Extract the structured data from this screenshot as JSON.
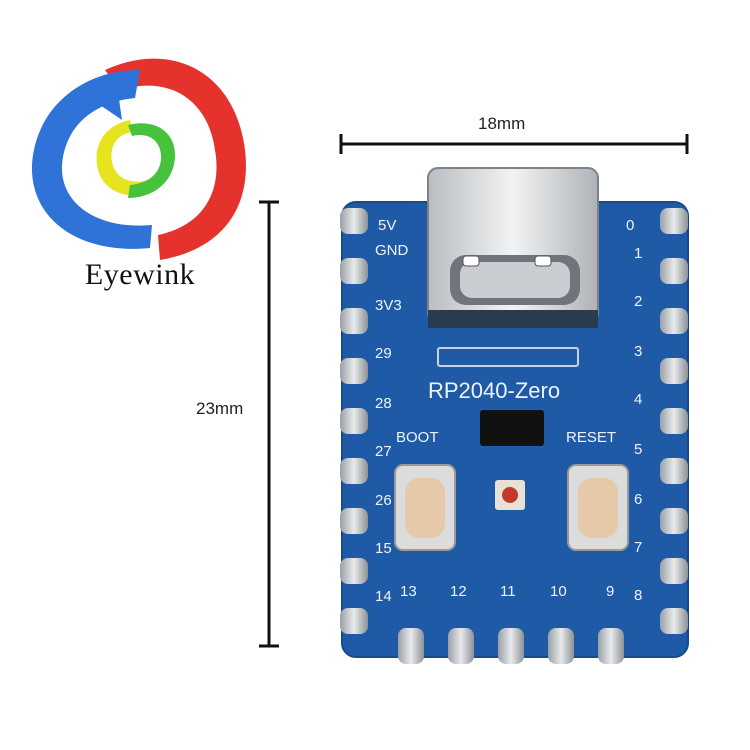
{
  "brand": {
    "name": "Eyewink"
  },
  "dimensions": {
    "width": "18mm",
    "height": "23mm"
  },
  "board": {
    "name": "RP2040-Zero",
    "button_left": "BOOT",
    "button_right": "RESET",
    "pins_left": [
      "5V",
      "GND",
      "3V3",
      "29",
      "28",
      "27",
      "26",
      "15",
      "14"
    ],
    "pins_right": [
      "0",
      "1",
      "2",
      "3",
      "4",
      "5",
      "6",
      "7",
      "8"
    ],
    "pins_bottom": [
      "13",
      "12",
      "11",
      "10",
      "9"
    ]
  },
  "colors": {
    "pcb": "#1f5aa6",
    "logo_blue": "#2f73d8",
    "logo_red": "#e5322d",
    "logo_green": "#46c23c",
    "logo_yellow": "#e6e31f"
  }
}
